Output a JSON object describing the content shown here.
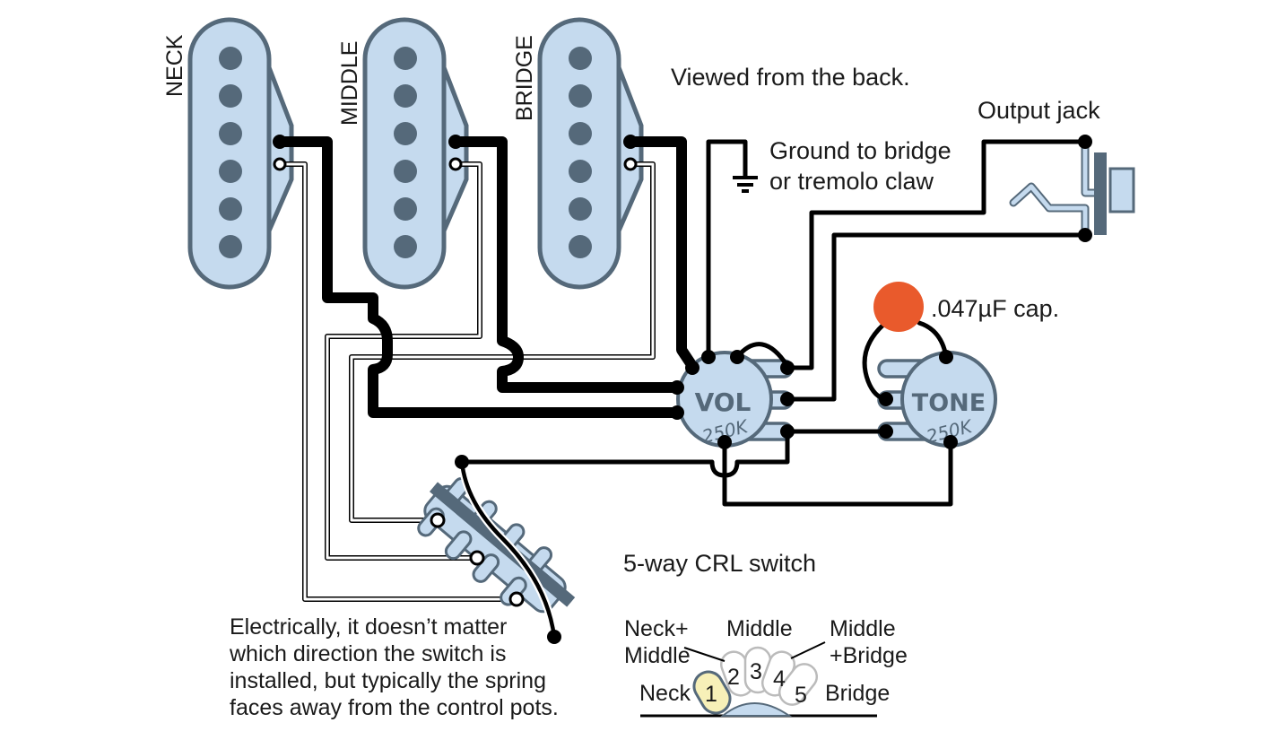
{
  "title_note": "Viewed from the back.",
  "pickups": [
    {
      "id": "neck",
      "label": "NECK"
    },
    {
      "id": "middle",
      "label": "MIDDLE"
    },
    {
      "id": "bridge",
      "label": "BRIDGE"
    }
  ],
  "ground_label_line1": "Ground to bridge",
  "ground_label_line2": "or tremolo claw",
  "output_jack_label": "Output jack",
  "capacitor_label": ".047µF cap.",
  "capacitor_color": "#e95a2c",
  "pots": {
    "volume": {
      "label": "VOL",
      "value": "250K"
    },
    "tone": {
      "label": "TONE",
      "value": "250K"
    }
  },
  "switch": {
    "title": "5-way CRL switch",
    "note_lines": [
      "Electrically, it doesn’t matter",
      "which direction the switch is",
      "installed, but typically the spring",
      "faces away from the control pots."
    ],
    "positions": [
      {
        "number": "1",
        "label": "Neck"
      },
      {
        "number": "2",
        "label_line1": "Neck+",
        "label_line2": "Middle"
      },
      {
        "number": "3",
        "label": "Middle"
      },
      {
        "number": "4",
        "label_line1": "Middle",
        "label_line2": "+Bridge"
      },
      {
        "number": "5",
        "label": "Bridge"
      }
    ],
    "selected_position": "1",
    "selected_color": "#f7f0b8"
  },
  "colors": {
    "component_fill": "#c5daee",
    "component_stroke": "#55697a",
    "wire": "#000000"
  }
}
